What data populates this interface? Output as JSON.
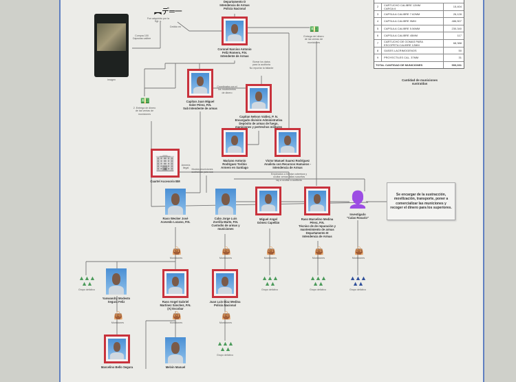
{
  "header": {
    "title": "Departamento D\nIntendencia de Armas\nPolicía Nacional"
  },
  "nodes": {
    "coronel": "Coronel Narciso Antonio\nFeliz Romero, P.N.\nIntendente de Armas",
    "soler": "Capitan Juan Miguel\nSoler Pérez, P.N.\nSub Intendente de armas",
    "valdez": "Capitan Nelson Valdez, P. N.\nEncargado división Administrativa\nDepósito de armas de fuego,\nmuniciones y pertrechos militares",
    "toribio": "Mariano Antonio\nRodríguez Toribio\nArmero en Santiago",
    "suarez": "Victor Manuel Suarez Rodríguez\nAnalista con Recursos Humanos -\nIntendencia de Armas",
    "cuartel": "Cuartel Accesorio BM",
    "acevedo": "Raso Wecker José\nAcevedo Lozano, P.N.",
    "zorrilla": "Cabo Jorge Luis\nZorrilla Marte, P.N.\nCustodio de armas y\nmuniciones",
    "gomez": "Miguel Angel\nGómez Capellán",
    "medina": "Raso Marcelino Medina\nPérez, P.N.\nTécnico de de reparación y\nmantenimiento de armas\nDepartamento III\nIntendencia de Armas",
    "investigado": "Investigado\n\"Calas Rosario\"",
    "segura": "Yanwandry Modesto\nSegura Feliz",
    "martinez": "Raso Angel Gabriel\nMartinez Sánchez, P.N.\n(A) Escobar",
    "diaz": "Juan Luis Díaz Medina\nPolicía Nacional",
    "bottom1": "Marcelino Bello Segura",
    "bottom2": "Melvin Manuel"
  },
  "captions": {
    "rifle": "Fue adquirido por la\nSgt. ...",
    "phone": "Imagen",
    "phone_link": "Compra 100\nCápsulas calibre",
    "rifle_link": "Cedido en",
    "money_right": "Entrega del dinero\nde las ventas de\nmuniciones",
    "money_left": "2. Entrega de dinero\nde las ventas de\nmuniciones",
    "borrar": "Borrar los datos\npara la auditoria\nNo reportar la faltante",
    "soler_link": "Coordinaba con el\nlos movimientos\nde dinero",
    "modulo": "Modulo municiones\nsustraídas para sus",
    "cuartel_link": "Armería\nIlegal",
    "empleados": "Empleados a brindar cobertura y\nocultar armas fallas suscritas\nlay a ocultar a auditoria",
    "agent": "Municiones",
    "group": "Grupo delictivo"
  },
  "note": "Se encargar de la sustracción, movilización, transporte, poner a comercializar las municiones y recoger el dinero para los superiores.",
  "table": {
    "rows": [
      {
        "n": "2",
        "desc": "CARTUCHO CALIBRE 12MM\nCARGA 6",
        "value": "15,404"
      },
      {
        "n": "3",
        "desc": "CAPSULA CALIBRE 7.62MM",
        "value": "26,128"
      },
      {
        "n": "4",
        "desc": "CAPSULA CALIBRE 9MM",
        "value": "486,507"
      },
      {
        "n": "5",
        "desc": "CAPSULA CALIBRE 5.56MM",
        "value": "230,340"
      },
      {
        "n": "6",
        "desc": "CAPSULA CALIBRE 45MM",
        "value": "117"
      },
      {
        "n": "7",
        "desc": "CARTUCHO DE GOMAS PARA\nESCOPETA CALIBRE 12MM",
        "value": "68,388"
      },
      {
        "n": "8",
        "desc": "GASES LACRIMOGENOS",
        "value": "50"
      },
      {
        "n": "9",
        "desc": "PROYECTILES CAL. 37MM",
        "value": "31"
      }
    ],
    "total_label": "TOTAL CANTIDAD DE MUNICIONES",
    "total_value": "900,031",
    "caption": "Cantidad de municiones\nsustraídas"
  },
  "colors": {
    "frame": "#c8323c",
    "line": "#777777",
    "group_green": "#4a9a5a",
    "group_blue": "#2f4f9a",
    "investigado": "#3aa03a"
  },
  "icons": {
    "rifle": "rifle-icon",
    "money": "money-icon",
    "building": "building-icon",
    "agent": "bag-icon",
    "group": "people-group-icon",
    "person": "person-icon"
  }
}
